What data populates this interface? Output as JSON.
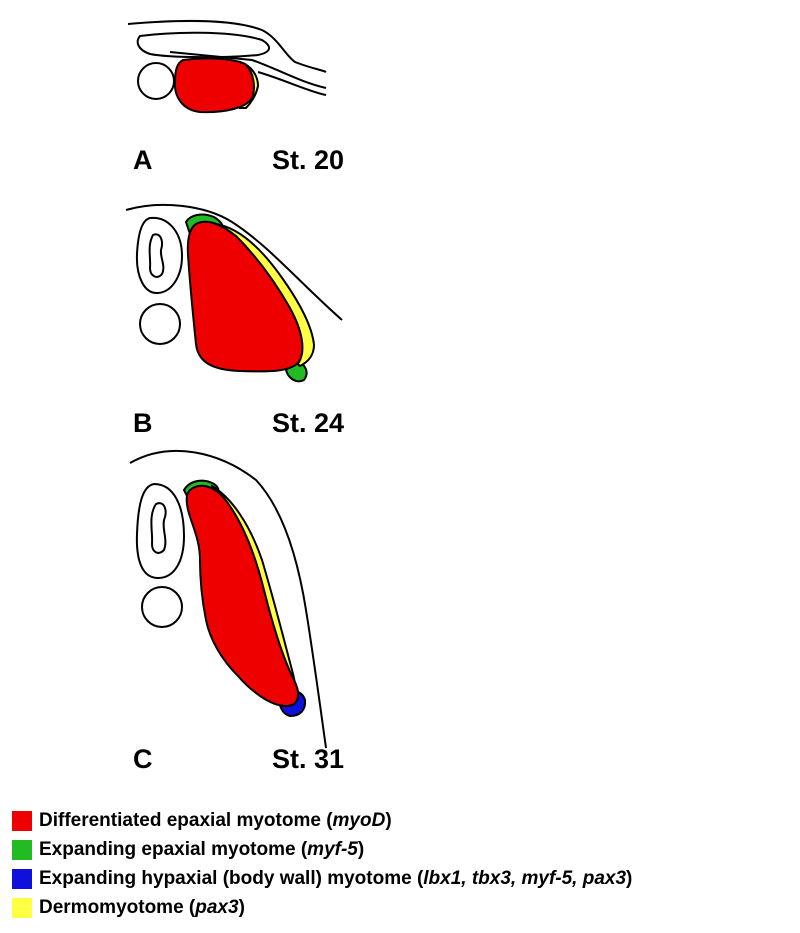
{
  "panels": [
    {
      "letter": "A",
      "stage": "St. 20"
    },
    {
      "letter": "B",
      "stage": "St. 24"
    },
    {
      "letter": "C",
      "stage": "St. 31"
    }
  ],
  "colors": {
    "differentiated_epaxial": "#ee0000",
    "expanding_epaxial": "#22bb22",
    "expanding_hypaxial": "#1010dd",
    "dermomyotome": "#ffff44"
  },
  "legend": [
    {
      "pre": "Differentiated epaxial myotome (",
      "genes": "myoD",
      "post": ")"
    },
    {
      "pre": "Expanding epaxial myotome (",
      "genes": "myf-5",
      "post": ")"
    },
    {
      "pre": "Expanding hypaxial (body wall) myotome (",
      "genes": "lbx1, tbx3, myf-5, pax3",
      "post": ")"
    },
    {
      "pre": "Dermomyotome (",
      "genes": "pax3",
      "post": ")"
    }
  ]
}
